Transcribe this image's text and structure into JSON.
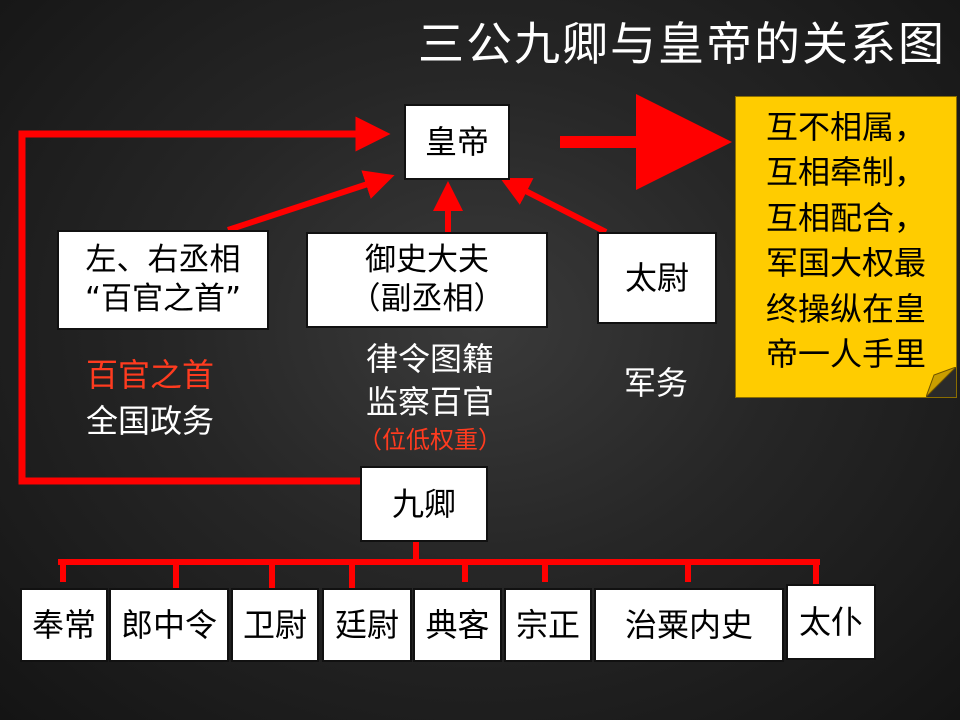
{
  "title": "三公九卿与皇帝的关系图",
  "emperor": "皇帝",
  "chancellor": {
    "line1": "左、右丞相",
    "line2": "“百官之首”"
  },
  "censor": {
    "line1": "御史大夫",
    "line2": "（副丞相）"
  },
  "commandant": "太尉",
  "nine_ministers": "九卿",
  "chancellor_duties": {
    "line1": "百官之首",
    "line2": "全国政务"
  },
  "censor_duties": {
    "line1": "律令图籍",
    "line2": "监察百官",
    "line3": "（位低权重）"
  },
  "commandant_duties": "军务",
  "ministers": [
    "奉常",
    "郎中令",
    "卫尉",
    "廷尉",
    "典客",
    "宗正",
    "治粟内史",
    "太仆"
  ],
  "note_lines": [
    "互不相属，",
    "互相牵制，",
    "互相配合，",
    "军国大权最",
    "终操纵在皇",
    "帝一人手里"
  ],
  "colors": {
    "arrow": "#ff0000",
    "highlight": "#ff3b1f",
    "note_bg": "#ffcc00",
    "text_light": "#ffffff"
  }
}
